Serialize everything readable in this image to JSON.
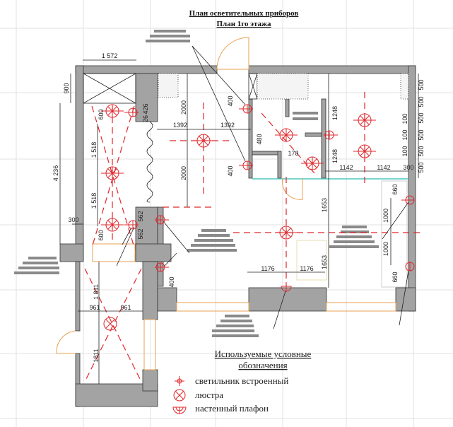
{
  "header": {
    "title_line1": "План осветительных приборов",
    "title_line2": "План 1го этажа"
  },
  "legend": {
    "title_line1": "Используемые условные",
    "title_line2": "обозначения",
    "items": [
      {
        "icon": "recessed-light-icon",
        "label": "светильник встроенный"
      },
      {
        "icon": "chandelier-icon",
        "label": "люстра"
      },
      {
        "icon": "wall-lamp-icon",
        "label": "настенный плафон"
      }
    ]
  },
  "colors": {
    "fixtures": "#e0262a",
    "walls": "#a3a3a3",
    "windows_doors": "#e8a050"
  },
  "dimensions": [
    "1 572",
    "900",
    "4 236",
    "600",
    "1 518",
    "1 518",
    "600",
    "300",
    "2000",
    "1392",
    "1392",
    "2000",
    "26",
    "426",
    "562",
    "562",
    "400",
    "400",
    "400",
    "480",
    "178",
    "1248",
    "1248",
    "1142",
    "1142",
    "300",
    "100",
    "100",
    "100",
    "500",
    "500",
    "500",
    "500",
    "500",
    "500",
    "660",
    "1000",
    "1000",
    "660",
    "1653",
    "1653",
    "1176",
    "1176",
    "1 811",
    "961",
    "961",
    "1811"
  ]
}
